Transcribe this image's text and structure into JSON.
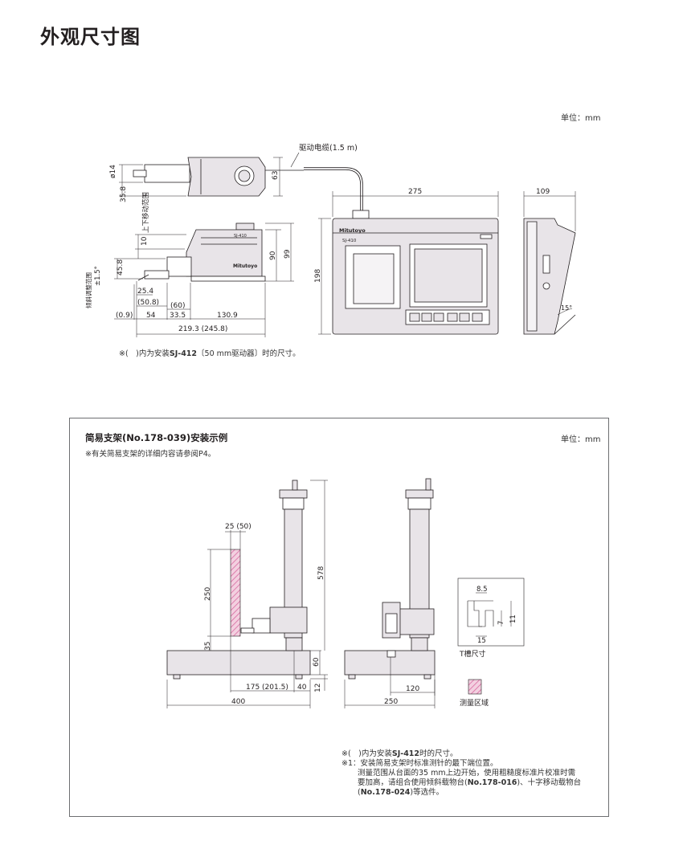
{
  "page": {
    "title": "外观尺寸图"
  },
  "top": {
    "unit": "单位：mm",
    "cable_label": "驱动电缆(1.5 m)",
    "dims": {
      "d14": "ø14",
      "d35_8": "35.8",
      "d63": "63",
      "d10": "10",
      "d45_8": "45.8",
      "d90": "90",
      "d99": "99",
      "d25_4": "25.4",
      "d50_8": "(50.8)",
      "d60": "(60)",
      "d0_9": "(0.9)",
      "d54": "54",
      "d33_5": "33.5",
      "d130_9": "130.9",
      "d219_3": "219.3 (245.8)",
      "d275": "275",
      "d198": "198",
      "d109": "109",
      "d15deg": "15°",
      "pm15": "±1.5°"
    },
    "labels": {
      "vertical_range": "上下移动范围",
      "tilt_range": "倾斜调整范围"
    },
    "device_brand": "Mitutoyo",
    "device_model": "SJ-410",
    "note_prefix": "※(　)内为安装",
    "note_bold": "SJ-412",
    "note_suffix": "〔50 mm驱动器〕时的尺寸。"
  },
  "box": {
    "title": "简易支架(No.178-039)安装示例",
    "subtitle": "※有关简易支架的详细内容请参阅P4。",
    "unit": "单位：mm",
    "dims": {
      "d25_50": "25 (50)",
      "d250v": "250",
      "d35": "35",
      "d578": "578",
      "d60": "60",
      "d12": "12",
      "d175": "175 (201.5)",
      "d40": "40",
      "d400": "400",
      "d250h": "250",
      "d120": "120",
      "t8_5": "8.5",
      "t7": "7",
      "t11": "11",
      "t15": "15"
    },
    "tslot_label": "T槽尺寸",
    "measure_label": "测量区域",
    "notes": {
      "n1_prefix": "※(　)内为安装",
      "n1_bold": "SJ-412",
      "n1_suffix": "时的尺寸。",
      "n2_line1": "※1：安装简易支架时标准测针的最下端位置。",
      "n2_line2": "测量范围从台面的35 mm上边开始，使用粗糙度标准片校准时需",
      "n2_line3_a": "要加高，请组合使用倾斜载物台(",
      "n2_line3_b": "No.178-016",
      "n2_line3_c": ")、十字移动载物台",
      "n2_line4_a": "(",
      "n2_line4_b": "No.178-024",
      "n2_line4_c": ")等选件。"
    }
  },
  "colors": {
    "body": "#e8e4e8",
    "line": "#231f20",
    "hatch": "#d86aa0"
  }
}
